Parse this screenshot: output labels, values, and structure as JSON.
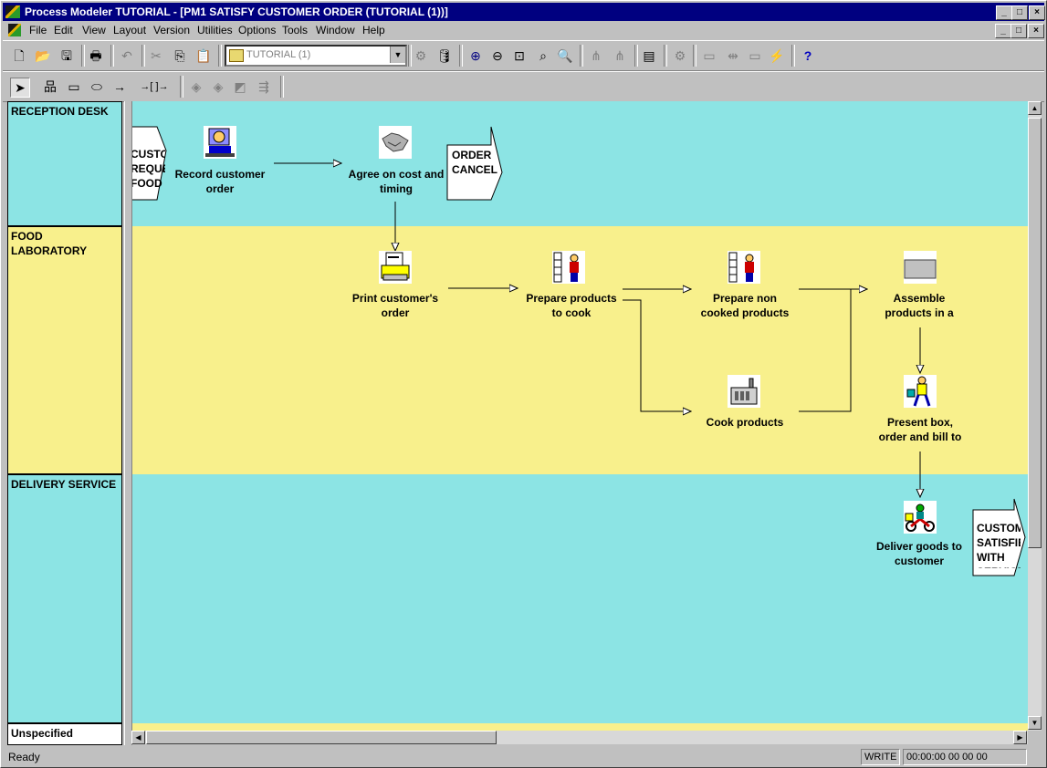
{
  "window": {
    "title": "Process Modeler TUTORIAL - [PM1 SATISFY CUSTOMER ORDER (TUTORIAL (1))]",
    "min": "_",
    "max": "□",
    "close": "×"
  },
  "menu": [
    "File",
    "Edit",
    "View",
    "Layout",
    "Version",
    "Utilities",
    "Options",
    "Tools",
    "Window",
    "Help"
  ],
  "toolbar": {
    "model_combo": "TUTORIAL (1)",
    "help": "?"
  },
  "lanes": [
    {
      "label": "RECEPTION DESK",
      "color": "#8ce4e4"
    },
    {
      "label": "FOOD LABORATORY",
      "color": "#f8f08c"
    },
    {
      "label": "DELIVERY SERVICE",
      "color": "#8ce4e4"
    },
    {
      "label": "Unspecified",
      "color": "#f8f08c"
    }
  ],
  "processes": {
    "record": "Record customer order",
    "agree": "Agree on cost and timing",
    "print": "Print customer's order",
    "prepare": "Prepare products to cook",
    "prepare_non": "Prepare non cooked products",
    "assemble": "Assemble products in a",
    "cook": "Cook products",
    "present": "Present box, order and bill to",
    "deliver": "Deliver goods to customer"
  },
  "events": {
    "request": "CUSTOMER REQUESTS FOOD",
    "cancel": "ORDER CANCEL",
    "satisfied": "CUSTOMER SATISFIED WITH SERVICE"
  },
  "status": {
    "ready": "Ready",
    "mode": "WRITE",
    "time": "00:00:00 00 00 00"
  }
}
